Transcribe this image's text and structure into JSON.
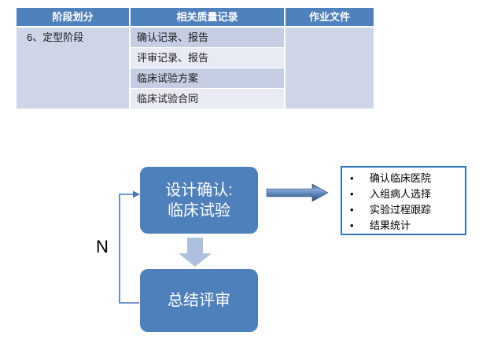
{
  "table": {
    "headers": [
      "阶段划分",
      "相关质量记录",
      "作业文件"
    ],
    "stage_cell": "6、定型阶段",
    "records": [
      "确认记录、报告",
      "评审记录、报告",
      "临床试验方案",
      "临床试验合同"
    ],
    "work_files_cell": ""
  },
  "flow": {
    "confirm_box": {
      "line1": "设计确认:",
      "line2": "临床试验"
    },
    "review_box_label": "总结评审",
    "n_label": "N",
    "checklist": {
      "bullet": "•",
      "items": [
        "确认临床医院",
        "入组病人选择",
        "实验过程跟踪",
        "结果统计"
      ]
    }
  },
  "colors": {
    "header_blue": "#4F81BD",
    "merged_cell_blue": "#CDD5E7",
    "band_dark": "#C5CEE2",
    "band_light": "#E8EBF3",
    "box_blue": "#4E80BC",
    "down_arrow_blue": "#AEC0DD",
    "connector_blue": "#4875B7",
    "checklist_border_blue": "#2E75B5"
  }
}
